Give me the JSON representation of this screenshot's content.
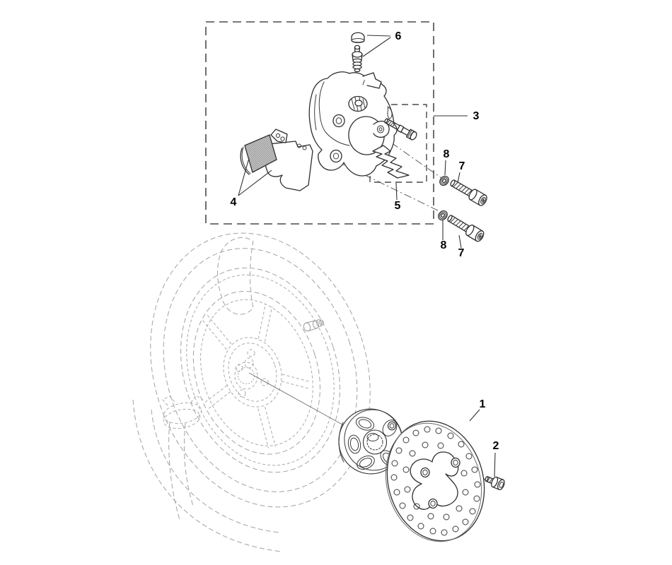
{
  "diagram": {
    "kind": "exploded-parts-diagram",
    "background": "#ffffff",
    "colors": {
      "part_line": "#2e2e2e",
      "ghost_line": "#a2a2a2",
      "box_line": "#4a4a4a",
      "label_text": "#000000",
      "pad_friction_fill": "#c2c2c2"
    },
    "callout_labels": [
      {
        "part": "brake-disc",
        "text": "1"
      },
      {
        "part": "disc-mount-bolt",
        "text": "2"
      },
      {
        "part": "caliper-assembly-box",
        "text": "3"
      },
      {
        "part": "brake-pads",
        "text": "4"
      },
      {
        "part": "pad-spring",
        "text": "5"
      },
      {
        "part": "bleed-valve-set",
        "text": "6"
      },
      {
        "part": "caliper-bolt-upper",
        "text": "7"
      },
      {
        "part": "washer-upper",
        "text": "8"
      },
      {
        "part": "caliper-bolt-lower",
        "text": "7"
      },
      {
        "part": "washer-lower",
        "text": "8"
      }
    ]
  }
}
